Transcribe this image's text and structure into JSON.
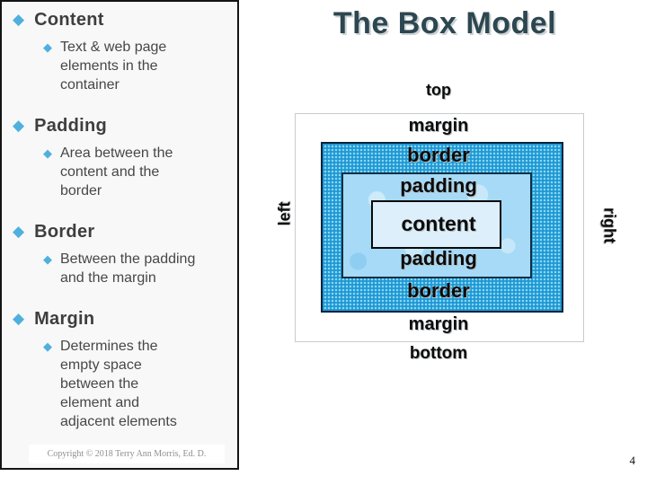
{
  "slide": {
    "title": "The Box Model",
    "page_number": "4"
  },
  "glyphs": {
    "diamond_bullet": "◆"
  },
  "outline": {
    "items": [
      {
        "heading": "Content",
        "detail": "Text & web page\nelements in the\ncontainer"
      },
      {
        "heading": "Padding",
        "detail": "Area between the\ncontent and the\nborder"
      },
      {
        "heading": "Border",
        "detail": "Between the padding\nand the margin"
      },
      {
        "heading": "Margin",
        "detail": "Determines the\nempty space\nbetween the\nelement and\nadjacent elements"
      }
    ],
    "copyright": "Copyright © 2018 Terry Ann Morris, Ed. D."
  },
  "diagram": {
    "top_label": "top",
    "bottom_label": "bottom",
    "left_label": "left",
    "right_label": "right",
    "margin_top": "margin",
    "margin_bottom": "margin",
    "border_top": "border",
    "border_bottom": "border",
    "padding_top": "padding",
    "padding_bottom": "padding",
    "content": "content"
  },
  "colors": {
    "accent_blue_bullet": "#4fb0de",
    "title_color": "#2d4750",
    "panel_background": "#f8f8f8",
    "border_area_fill": "#1d97d2",
    "border_area_dot": "#8ad6f4",
    "padding_area_fill": "#a6daf6",
    "content_area_fill": "#ddeffb",
    "body_text": "#3e3e3e",
    "copyright_text": "#8f8f8f"
  }
}
